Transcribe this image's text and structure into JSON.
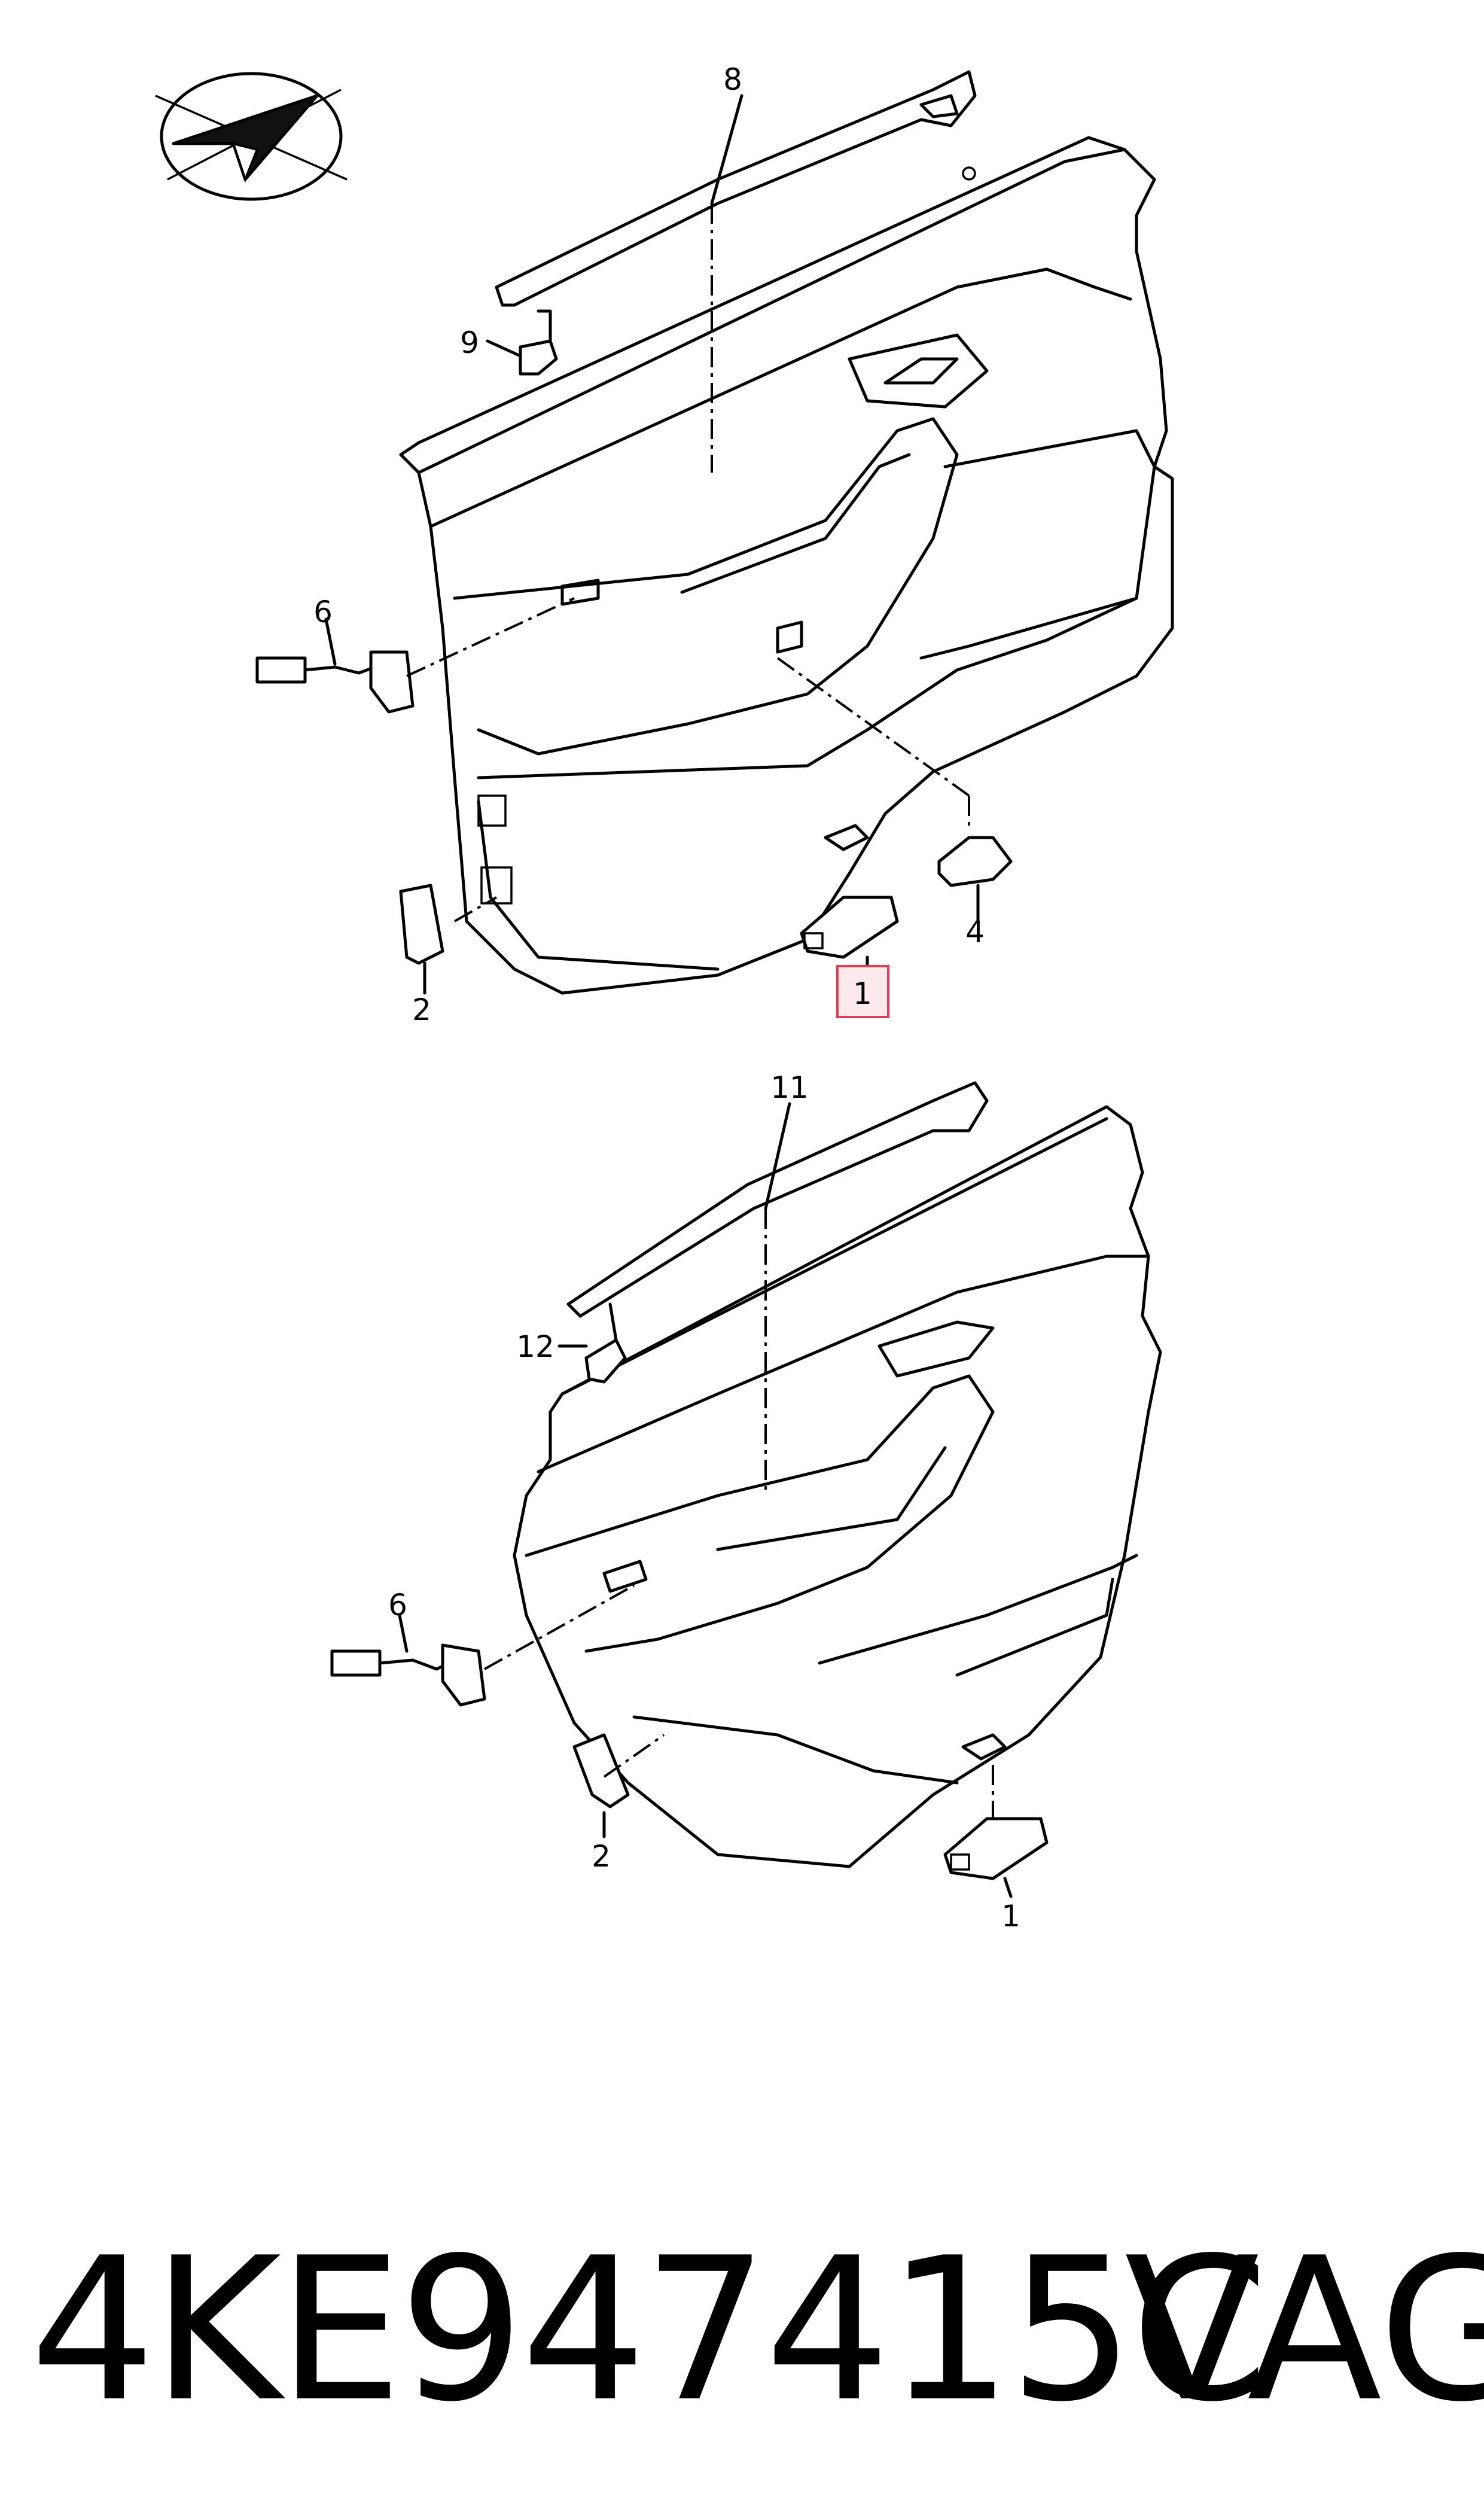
{
  "diagram": {
    "front_door": {
      "callouts": {
        "c8": "8",
        "c9": "9",
        "c6": "6",
        "c2": "2",
        "c1": "1",
        "c4": "4"
      },
      "highlighted_callout": "1"
    },
    "rear_door": {
      "callouts": {
        "c11": "11",
        "c12": "12",
        "c6": "6",
        "c2": "2",
        "c1": "1"
      }
    },
    "highlight_color": "#e03c55"
  },
  "footer": {
    "part_number": "4KE947415C",
    "brand": "VAG"
  }
}
